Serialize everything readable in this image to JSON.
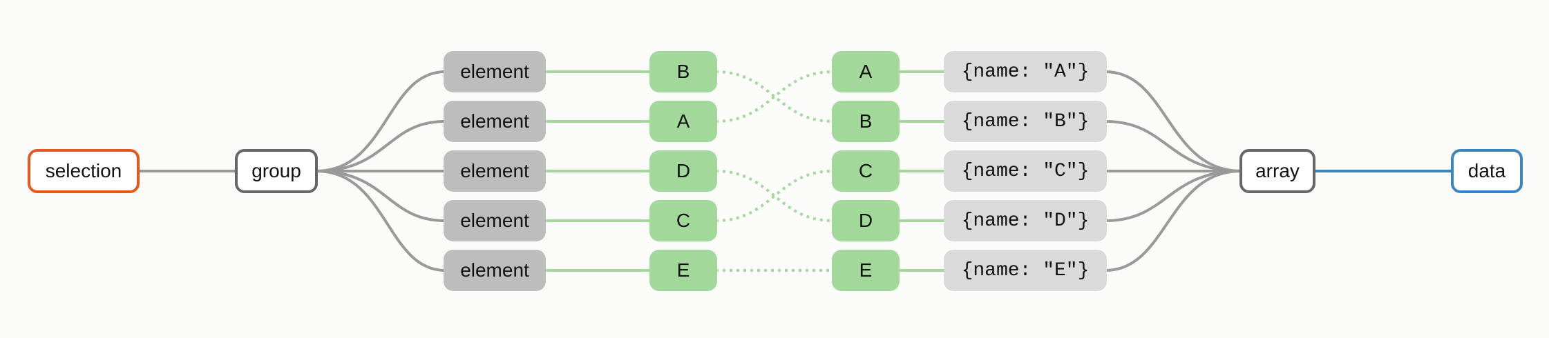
{
  "nodes": {
    "selection": "selection",
    "group": "group",
    "array": "array",
    "data": "data"
  },
  "elements": [
    "element",
    "element",
    "element",
    "element",
    "element"
  ],
  "element_keys": [
    "B",
    "A",
    "D",
    "C",
    "E"
  ],
  "data_keys": [
    "A",
    "B",
    "C",
    "D",
    "E"
  ],
  "data_values": [
    "{name: \"A\"}",
    "{name: \"B\"}",
    "{name: \"C\"}",
    "{name: \"D\"}",
    "{name: \"E\"}"
  ],
  "colors": {
    "selection": "#e4581a",
    "group": "#666666",
    "data": "#3a84c0",
    "gray_link": "#999999",
    "green_link": "#a2d99b",
    "blue_link": "#3a84c0"
  }
}
